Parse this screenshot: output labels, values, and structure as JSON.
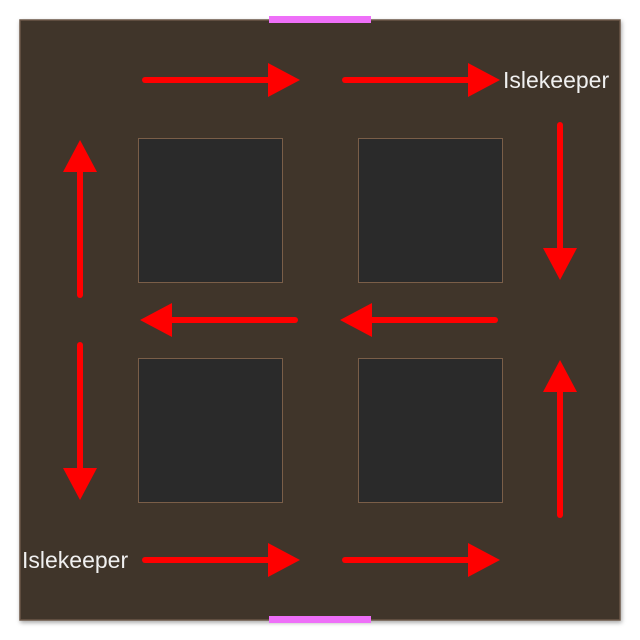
{
  "colors": {
    "board": "#3f342c",
    "board_border": "#6b5646",
    "block": "#2a2a2a",
    "block_border": "#7a5e48",
    "arrow": "#ff0000",
    "gate": "#ee6ff8",
    "label": "#f0f0f0"
  },
  "labels": {
    "top_right": "Islekeeper",
    "bottom_left": "Islekeeper"
  },
  "arrows": [
    {
      "id": "top-1",
      "direction": "right"
    },
    {
      "id": "top-2",
      "direction": "right"
    },
    {
      "id": "right-1",
      "direction": "down"
    },
    {
      "id": "right-2",
      "direction": "up"
    },
    {
      "id": "middle-1",
      "direction": "left"
    },
    {
      "id": "middle-2",
      "direction": "left"
    },
    {
      "id": "left-1",
      "direction": "up"
    },
    {
      "id": "left-2",
      "direction": "down"
    },
    {
      "id": "bottom-1",
      "direction": "right"
    },
    {
      "id": "bottom-2",
      "direction": "right"
    }
  ]
}
